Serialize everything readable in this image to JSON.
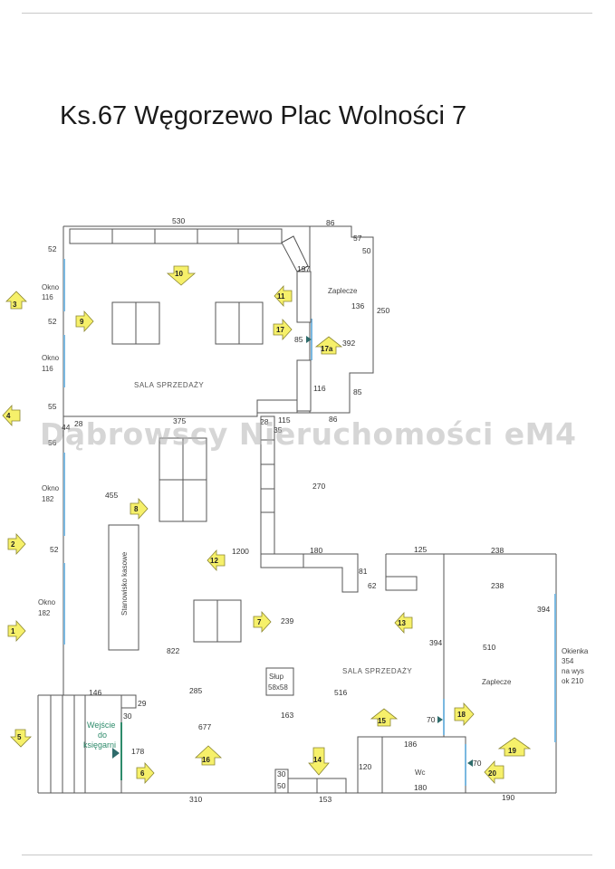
{
  "title": "Ks.67 Węgorzewo  Plac Wolności 7",
  "watermark": "Dąbrowscy Nieruchomości eM4",
  "rooms": {
    "sala_top": "SALA SPRZEDAŻY",
    "sala_bottom": "SALA SPRZEDAŻY",
    "zaplecze_top": "Zaplecze",
    "zaplecze_right": "Zaplecze",
    "wc": "Wc",
    "stanowisko": "Stanowisko kasowe",
    "slup_1": "Słup",
    "slup_2": "58x58",
    "okienka_1": "Okienka",
    "okienka_2": "354",
    "okienka_3": "na wys",
    "okienka_4": "ok 210",
    "wejscie_1": "Wejście",
    "wejscie_2": "do",
    "wejscie_3": "księgarni"
  },
  "windows": {
    "okno_1a": "Okno",
    "okno_1b": "116",
    "okno_2a": "Okno",
    "okno_2b": "116",
    "okno_3a": "Okno",
    "okno_3b": "182",
    "okno_4a": "Okno",
    "okno_4b": "182"
  },
  "dimensions": {
    "d530": "530",
    "d86a": "86",
    "d57": "57",
    "d50": "50",
    "d52a": "52",
    "d197": "197",
    "d136": "136",
    "d250": "250",
    "d52b": "52",
    "d85a": "85",
    "d392": "392",
    "d116": "116",
    "d85b": "85",
    "d55": "55",
    "d375": "375",
    "d28a": "28",
    "d44": "44",
    "d28b": "28",
    "d115": "115",
    "d86b": "86",
    "d35": "35",
    "d56": "56",
    "d270": "270",
    "d455": "455",
    "d52c": "52",
    "d1200": "1200",
    "d180a": "180",
    "d125": "125",
    "d238a": "238",
    "d81": "81",
    "d62": "62",
    "d238b": "238",
    "d394a": "394",
    "d239": "239",
    "d822": "822",
    "d394b": "394",
    "d510": "510",
    "d146": "146",
    "d285": "285",
    "d29": "29",
    "d516": "516",
    "d30a": "30",
    "d677": "677",
    "d163": "163",
    "d70a": "70",
    "d186": "186",
    "d178": "178",
    "d70b": "70",
    "d120": "120",
    "d30b": "30",
    "d50b": "50",
    "d180b": "180",
    "d310": "310",
    "d153": "153",
    "d190": "190"
  },
  "arrows": {
    "a1": "1",
    "a2": "2",
    "a3": "3",
    "a4": "4",
    "a5": "5",
    "a6": "6",
    "a7": "7",
    "a8": "8",
    "a9": "9",
    "a10": "10",
    "a11": "11",
    "a12": "12",
    "a13": "13",
    "a14": "14",
    "a15": "15",
    "a16": "16",
    "a17": "17",
    "a17a": "17a",
    "a18": "18",
    "a19": "19",
    "a20": "20"
  },
  "colors": {
    "arrow_fill": "#f6f06a",
    "window_blue": "#7ab8e0",
    "entry_green": "#2e8b6b",
    "watermark": "#b4b4b4"
  }
}
